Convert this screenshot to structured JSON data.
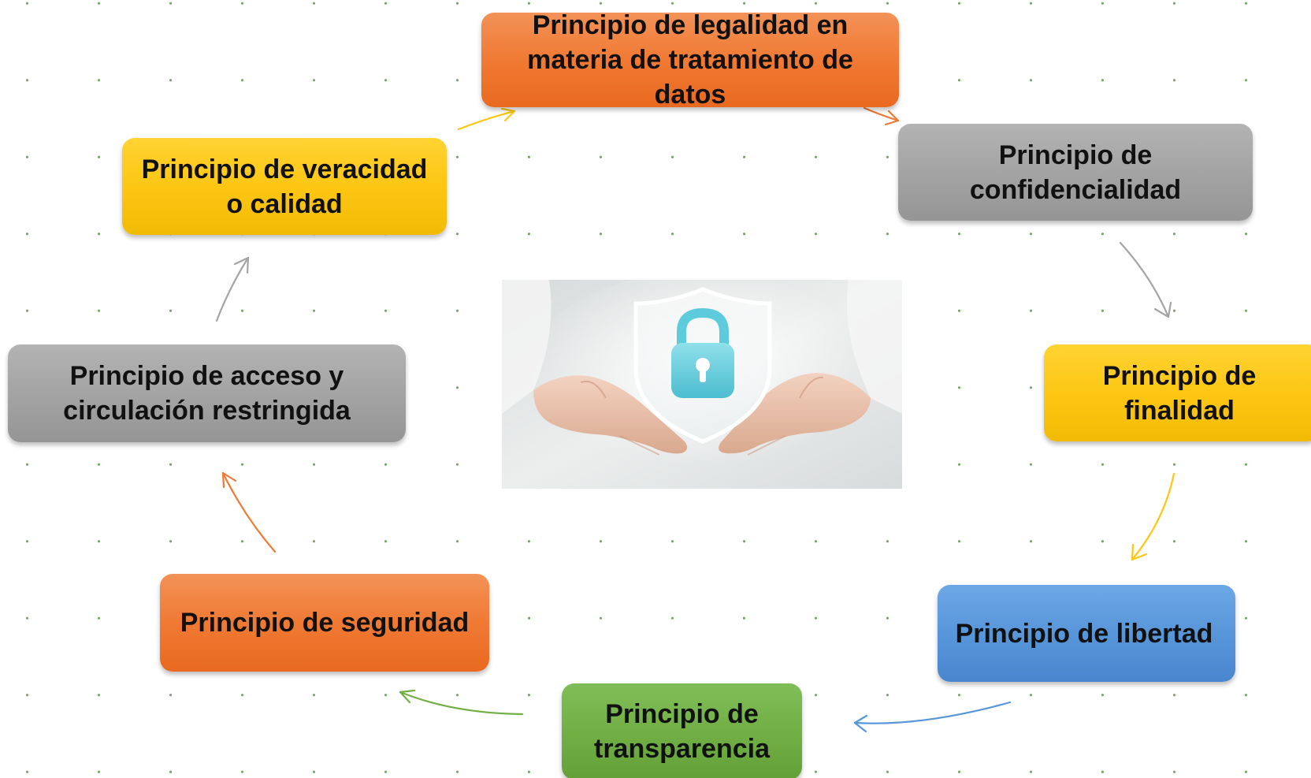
{
  "diagram": {
    "nodes": [
      {
        "id": "legalidad",
        "label": "Principio de legalidad en materia de tratamiento de datos",
        "color": "#f07a34"
      },
      {
        "id": "confidencialidad",
        "label": "Principio de confidencialidad",
        "color": "#a4a4a4"
      },
      {
        "id": "finalidad",
        "label": "Principio de finalidad",
        "color": "#fcc613"
      },
      {
        "id": "libertad",
        "label": "Principio de libertad",
        "color": "#5896da"
      },
      {
        "id": "transparencia",
        "label": "Principio de transparencia",
        "color": "#72b046"
      },
      {
        "id": "seguridad",
        "label": "Principio de seguridad",
        "color": "#f07a34"
      },
      {
        "id": "acceso",
        "label": "Principio de acceso y circulación restringida",
        "color": "#a4a4a4"
      },
      {
        "id": "veracidad",
        "label": "Principio de veracidad o calidad",
        "color": "#fcc613"
      }
    ],
    "edges": [
      {
        "from": "legalidad",
        "to": "confidencialidad",
        "color": "#f07a34"
      },
      {
        "from": "confidencialidad",
        "to": "finalidad",
        "color": "#a4a4a4"
      },
      {
        "from": "finalidad",
        "to": "libertad",
        "color": "#fcc613"
      },
      {
        "from": "libertad",
        "to": "transparencia",
        "color": "#5896da"
      },
      {
        "from": "transparencia",
        "to": "seguridad",
        "color": "#72b046"
      },
      {
        "from": "seguridad",
        "to": "acceso",
        "color": "#f07a34"
      },
      {
        "from": "acceso",
        "to": "veracidad",
        "color": "#a4a4a4"
      },
      {
        "from": "veracidad",
        "to": "legalidad",
        "color": "#fcc613"
      }
    ],
    "center_image": {
      "icon": "lock-shield-icon"
    },
    "background": {
      "pattern": "green-dot-grid",
      "dot_color": "#74a864"
    }
  }
}
